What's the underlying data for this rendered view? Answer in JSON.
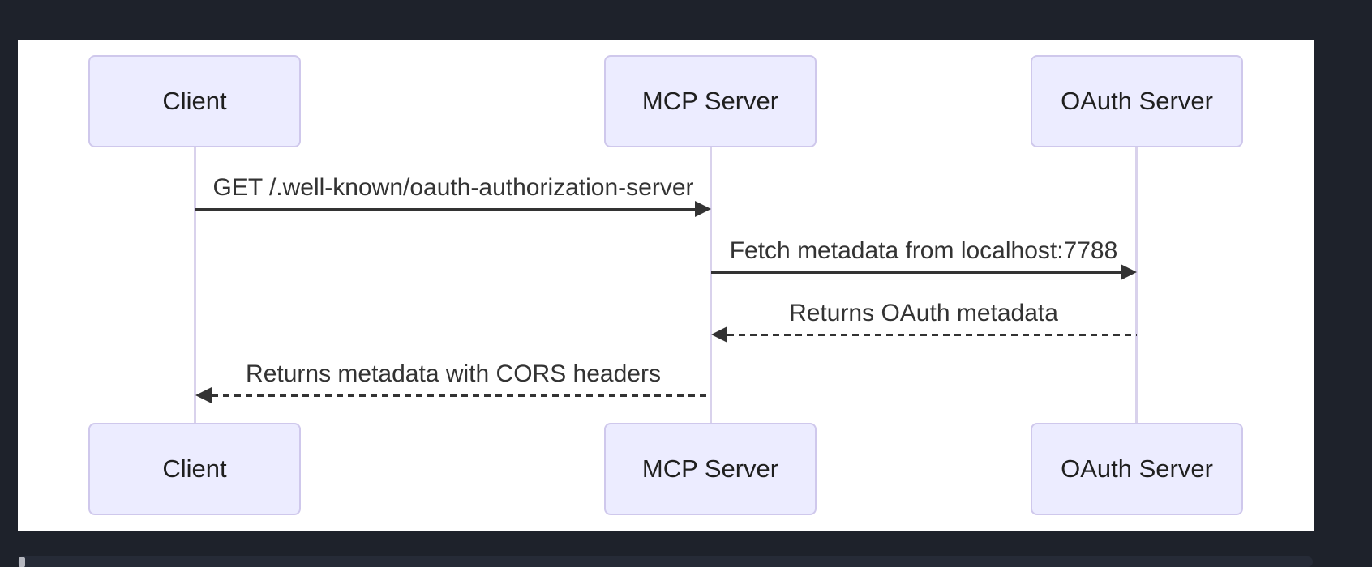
{
  "diagram": {
    "type": "sequence",
    "actors": [
      {
        "id": "client",
        "label": "Client"
      },
      {
        "id": "mcp-server",
        "label": "MCP Server"
      },
      {
        "id": "oauth-server",
        "label": "OAuth Server"
      }
    ],
    "messages": [
      {
        "from": "Client",
        "to": "MCP Server",
        "label": "GET /.well-known/oauth-authorization-server",
        "line_style": "solid",
        "direction": "right"
      },
      {
        "from": "MCP Server",
        "to": "OAuth Server",
        "label": "Fetch metadata from localhost:7788",
        "line_style": "solid",
        "direction": "right"
      },
      {
        "from": "OAuth Server",
        "to": "MCP Server",
        "label": "Returns OAuth metadata",
        "line_style": "dashed",
        "direction": "left"
      },
      {
        "from": "MCP Server",
        "to": "Client",
        "label": "Returns metadata with CORS headers",
        "line_style": "dashed",
        "direction": "left"
      }
    ],
    "colors": {
      "page_background": "#1E222B",
      "canvas": "#FFFFFF",
      "actor_fill": "#ECECFF",
      "actor_border": "#CFC8EC",
      "lifeline": "#D9D2EC",
      "message": "#333333",
      "scrollbar_track": "#262B37",
      "scrollbar_thumb": "#B5B7BF"
    }
  }
}
